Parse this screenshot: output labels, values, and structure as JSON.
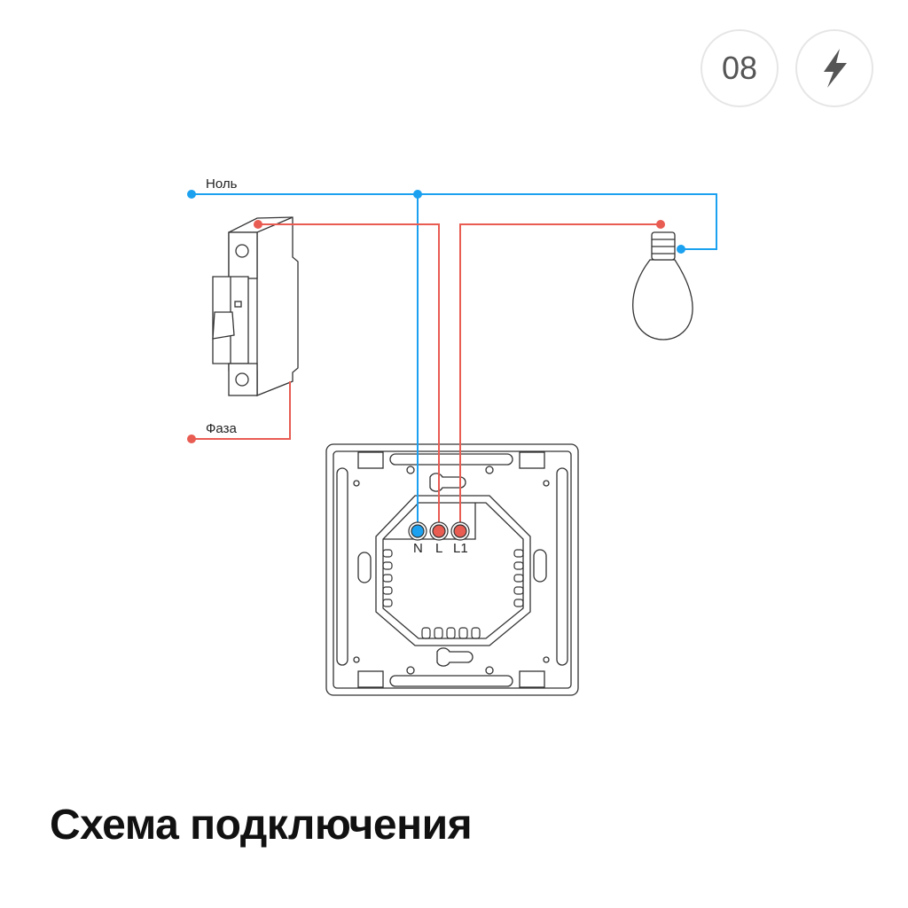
{
  "badge_number": "08",
  "badge_icon": "lightning-icon",
  "labels": {
    "neutral": "Ноль",
    "phase": "Фаза"
  },
  "terminals": [
    "N",
    "L",
    "L1"
  ],
  "title": "Схема подключения",
  "colors": {
    "neutral": "#1ba1ef",
    "phase": "#e85c52",
    "outline": "#333333"
  }
}
